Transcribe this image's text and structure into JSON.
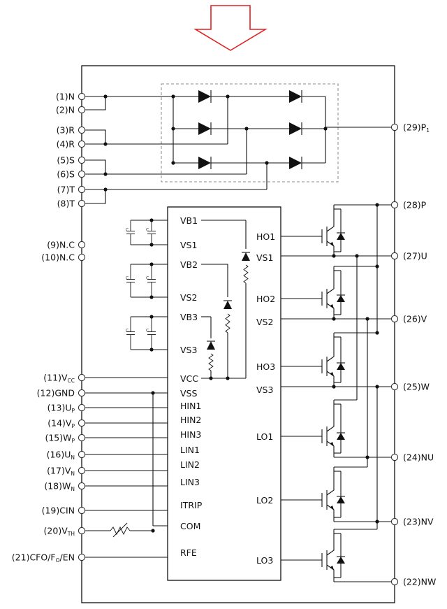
{
  "left_pins": [
    {
      "id": "n1",
      "label": "(1)N"
    },
    {
      "id": "n2",
      "label": "(2)N"
    },
    {
      "id": "r3",
      "label": "(3)R"
    },
    {
      "id": "r4",
      "label": "(4)R"
    },
    {
      "id": "s5",
      "label": "(5)S"
    },
    {
      "id": "s6",
      "label": "(6)S"
    },
    {
      "id": "t7",
      "label": "(7)T"
    },
    {
      "id": "t8",
      "label": "(8)T"
    },
    {
      "id": "nc9",
      "label": "(9)N.C"
    },
    {
      "id": "nc10",
      "label": "(10)N.C"
    },
    {
      "id": "vcc11",
      "label": "(11)V",
      "sub": "CC"
    },
    {
      "id": "gnd12",
      "label": "(12)GND"
    },
    {
      "id": "up13",
      "label": "(13)U",
      "sub": "P"
    },
    {
      "id": "vp14",
      "label": "(14)V",
      "sub": "P"
    },
    {
      "id": "wp15",
      "label": "(15)W",
      "sub": "P"
    },
    {
      "id": "un16",
      "label": "(16)U",
      "sub": "N"
    },
    {
      "id": "vn17",
      "label": "(17)V",
      "sub": "N"
    },
    {
      "id": "wn18",
      "label": "(18)W",
      "sub": "N"
    },
    {
      "id": "cin19",
      "label": "(19)CIN"
    },
    {
      "id": "vth20",
      "label": "(20)V",
      "sub": "TH"
    },
    {
      "id": "cfo21",
      "label": "(21)CFO/F",
      "sub": "O",
      "suffix": "/EN"
    }
  ],
  "right_pins": [
    {
      "id": "p1",
      "label": "(29)P",
      "sub": "1"
    },
    {
      "id": "p",
      "label": "(28)P"
    },
    {
      "id": "u",
      "label": "(27)U"
    },
    {
      "id": "v",
      "label": "(26)V"
    },
    {
      "id": "w",
      "label": "(25)W"
    },
    {
      "id": "nu",
      "label": "(24)NU"
    },
    {
      "id": "nv",
      "label": "(23)NV"
    },
    {
      "id": "nw",
      "label": "(22)NW"
    }
  ],
  "ic_left_pins": [
    "VB1",
    "VS1",
    "VB2",
    "VS2",
    "VB3",
    "VS3",
    "VCC",
    "VSS",
    "HIN1",
    "HIN2",
    "HIN3",
    "LIN1",
    "LIN2",
    "LIN3",
    "ITRIP",
    "COM",
    "RFE"
  ],
  "ic_right_pins": [
    "HO1",
    "VS1",
    "HO2",
    "VS2",
    "HO3",
    "VS3",
    "LO1",
    "LO2",
    "LO3"
  ],
  "capacitor_label": "C",
  "colors": {
    "arrow": "#e02020",
    "line": "#111111",
    "dashed_box": "#888888"
  }
}
